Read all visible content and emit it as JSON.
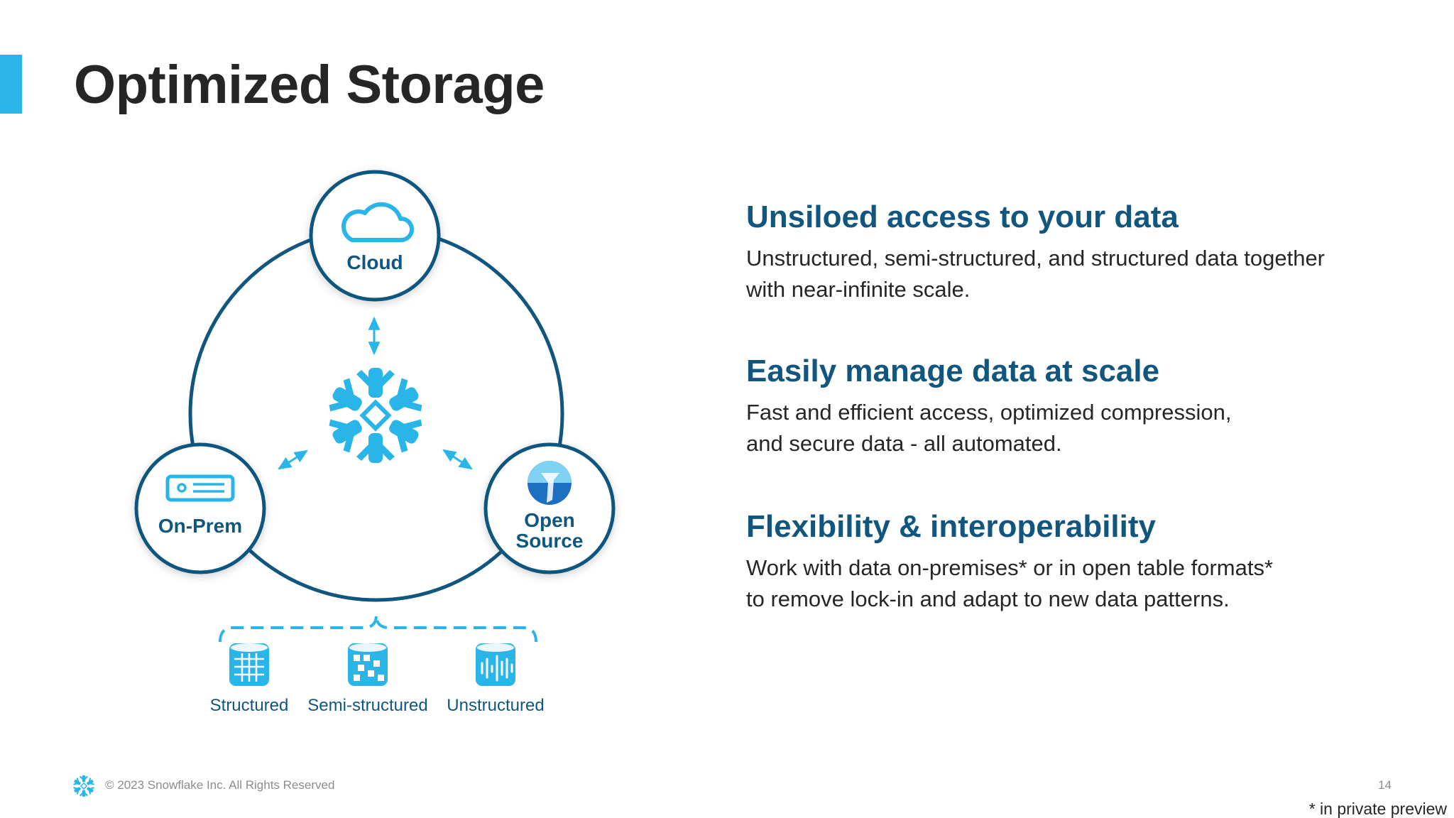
{
  "slide": {
    "title": "Optimized Storage",
    "accent_color": "#29b5e8",
    "brand_dark": "#11567f"
  },
  "diagram": {
    "center_icon": "snowflake-logo-icon",
    "nodes": [
      {
        "label": "Cloud",
        "icon": "cloud-icon"
      },
      {
        "label": "On-Prem",
        "icon": "server-icon"
      },
      {
        "label_lines": [
          "Open",
          "Source"
        ],
        "icon": "iceberg-icon"
      }
    ],
    "data_types": [
      {
        "label": "Structured",
        "icon": "structured-data-icon"
      },
      {
        "label": "Semi-structured",
        "icon": "semi-structured-data-icon"
      },
      {
        "label": "Unstructured",
        "icon": "unstructured-data-icon"
      }
    ]
  },
  "features": [
    {
      "heading": "Unsiloed access to your data",
      "body": "Unstructured, semi-structured, and structured data together\nwith near-infinite scale."
    },
    {
      "heading": "Easily manage data at scale",
      "body": "Fast and efficient access, optimized compression,\nand secure data - all automated."
    },
    {
      "heading": "Flexibility & interoperability",
      "body": "Work with data on-premises* or in open table formats*\nto remove lock-in and adapt to new data patterns."
    }
  ],
  "footer": {
    "copyright": "© 2023 Snowflake Inc. All Rights Reserved",
    "page_number": "14",
    "note": "* in private preview"
  }
}
